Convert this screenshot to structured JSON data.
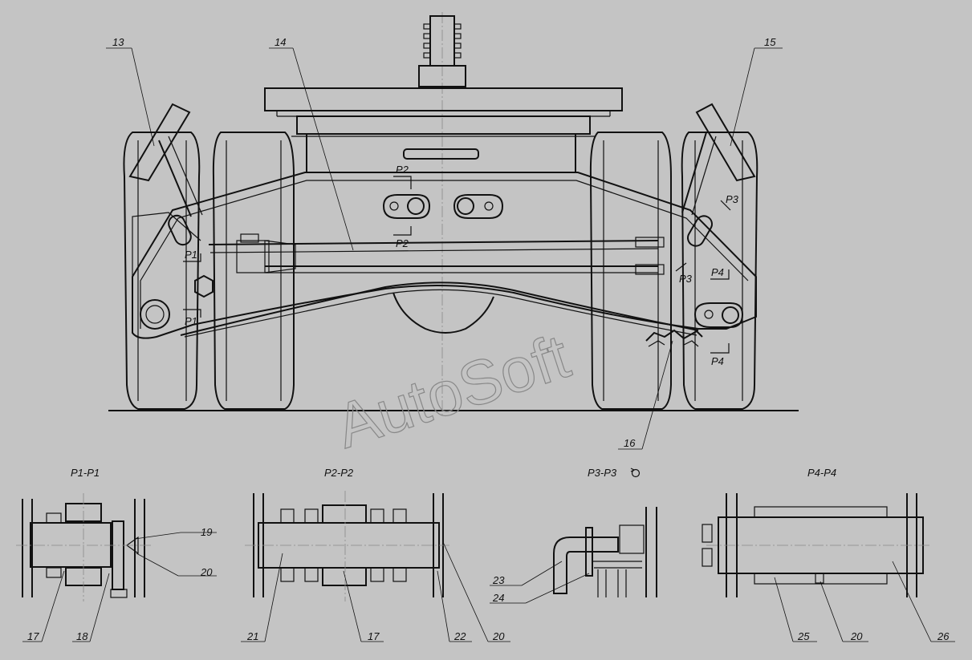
{
  "watermark": "AutoSoft",
  "callouts": {
    "c13": "13",
    "c14": "14",
    "c15": "15",
    "c16": "16",
    "c17a": "17",
    "c18": "18",
    "c19": "19",
    "c20a": "20",
    "c21": "21",
    "c17b": "17",
    "c22": "22",
    "c20b": "20",
    "c23": "23",
    "c24": "24",
    "c25": "25",
    "c20c": "20",
    "c26": "26"
  },
  "section_marks": {
    "p1_top": "P1",
    "p1_bot": "P1",
    "p2_top": "P2",
    "p2_bot": "P2",
    "p3_top": "P3",
    "p3_bot": "P3",
    "p4_top": "P4",
    "p4_bot": "P4"
  },
  "section_titles": {
    "s1": "P1-P1",
    "s2": "P2-P2",
    "s3": "P3-P3",
    "s4": "P4-P4"
  },
  "icons": {
    "rotated_view": "rotate-icon"
  }
}
